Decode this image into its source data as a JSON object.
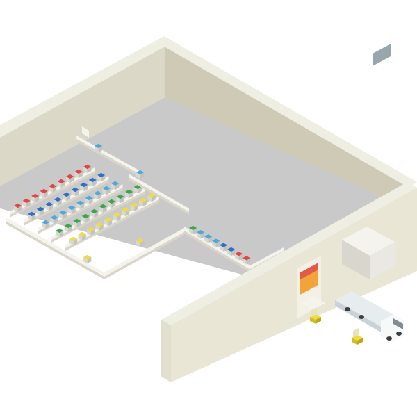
{
  "scene": {
    "subject": "isometric-warehouse-illustration",
    "colors": {
      "background": "#ffffff",
      "floor": "#c8c9c8",
      "wall_top": "#efeee3",
      "wall_inner": "#dcd8c7",
      "wall_inner_dark": "#cfcab6",
      "wall_outer_left": "#e3dfcf",
      "wall_outer_front": "#e9e6d6",
      "wall_outer_right": "#d8d3bf",
      "rail_top": "#f4f3ec",
      "rail_side": "#d9d6c9",
      "bin_side": "#d8d8d2",
      "bin_red": "#e44444",
      "bin_blue": "#2f6fc9",
      "bin_lightblue": "#4da8de",
      "bin_green": "#3aa84a",
      "bin_yellow": "#f0dc3c",
      "door_red": "#e35a4a",
      "door_orange": "#f2a33a",
      "truck_body": "#e7ecef",
      "truck_cab": "#f7f8f8",
      "forklift": "#f0dc3c",
      "booth": "#e9e8e2"
    },
    "storage_rows": [
      {
        "color": "bin_red",
        "count": 9
      },
      {
        "color": "bin_blue",
        "count": 9
      },
      {
        "color": "bin_lightblue",
        "count": 9
      },
      {
        "color": "bin_green",
        "count": 10
      },
      {
        "color": "bin_yellow",
        "count": 10
      }
    ],
    "outbound_line": [
      "bin_green",
      "bin_lightblue",
      "bin_lightblue",
      "bin_lightblue",
      "bin_blue",
      "bin_blue",
      "bin_red",
      "bin_red"
    ]
  }
}
